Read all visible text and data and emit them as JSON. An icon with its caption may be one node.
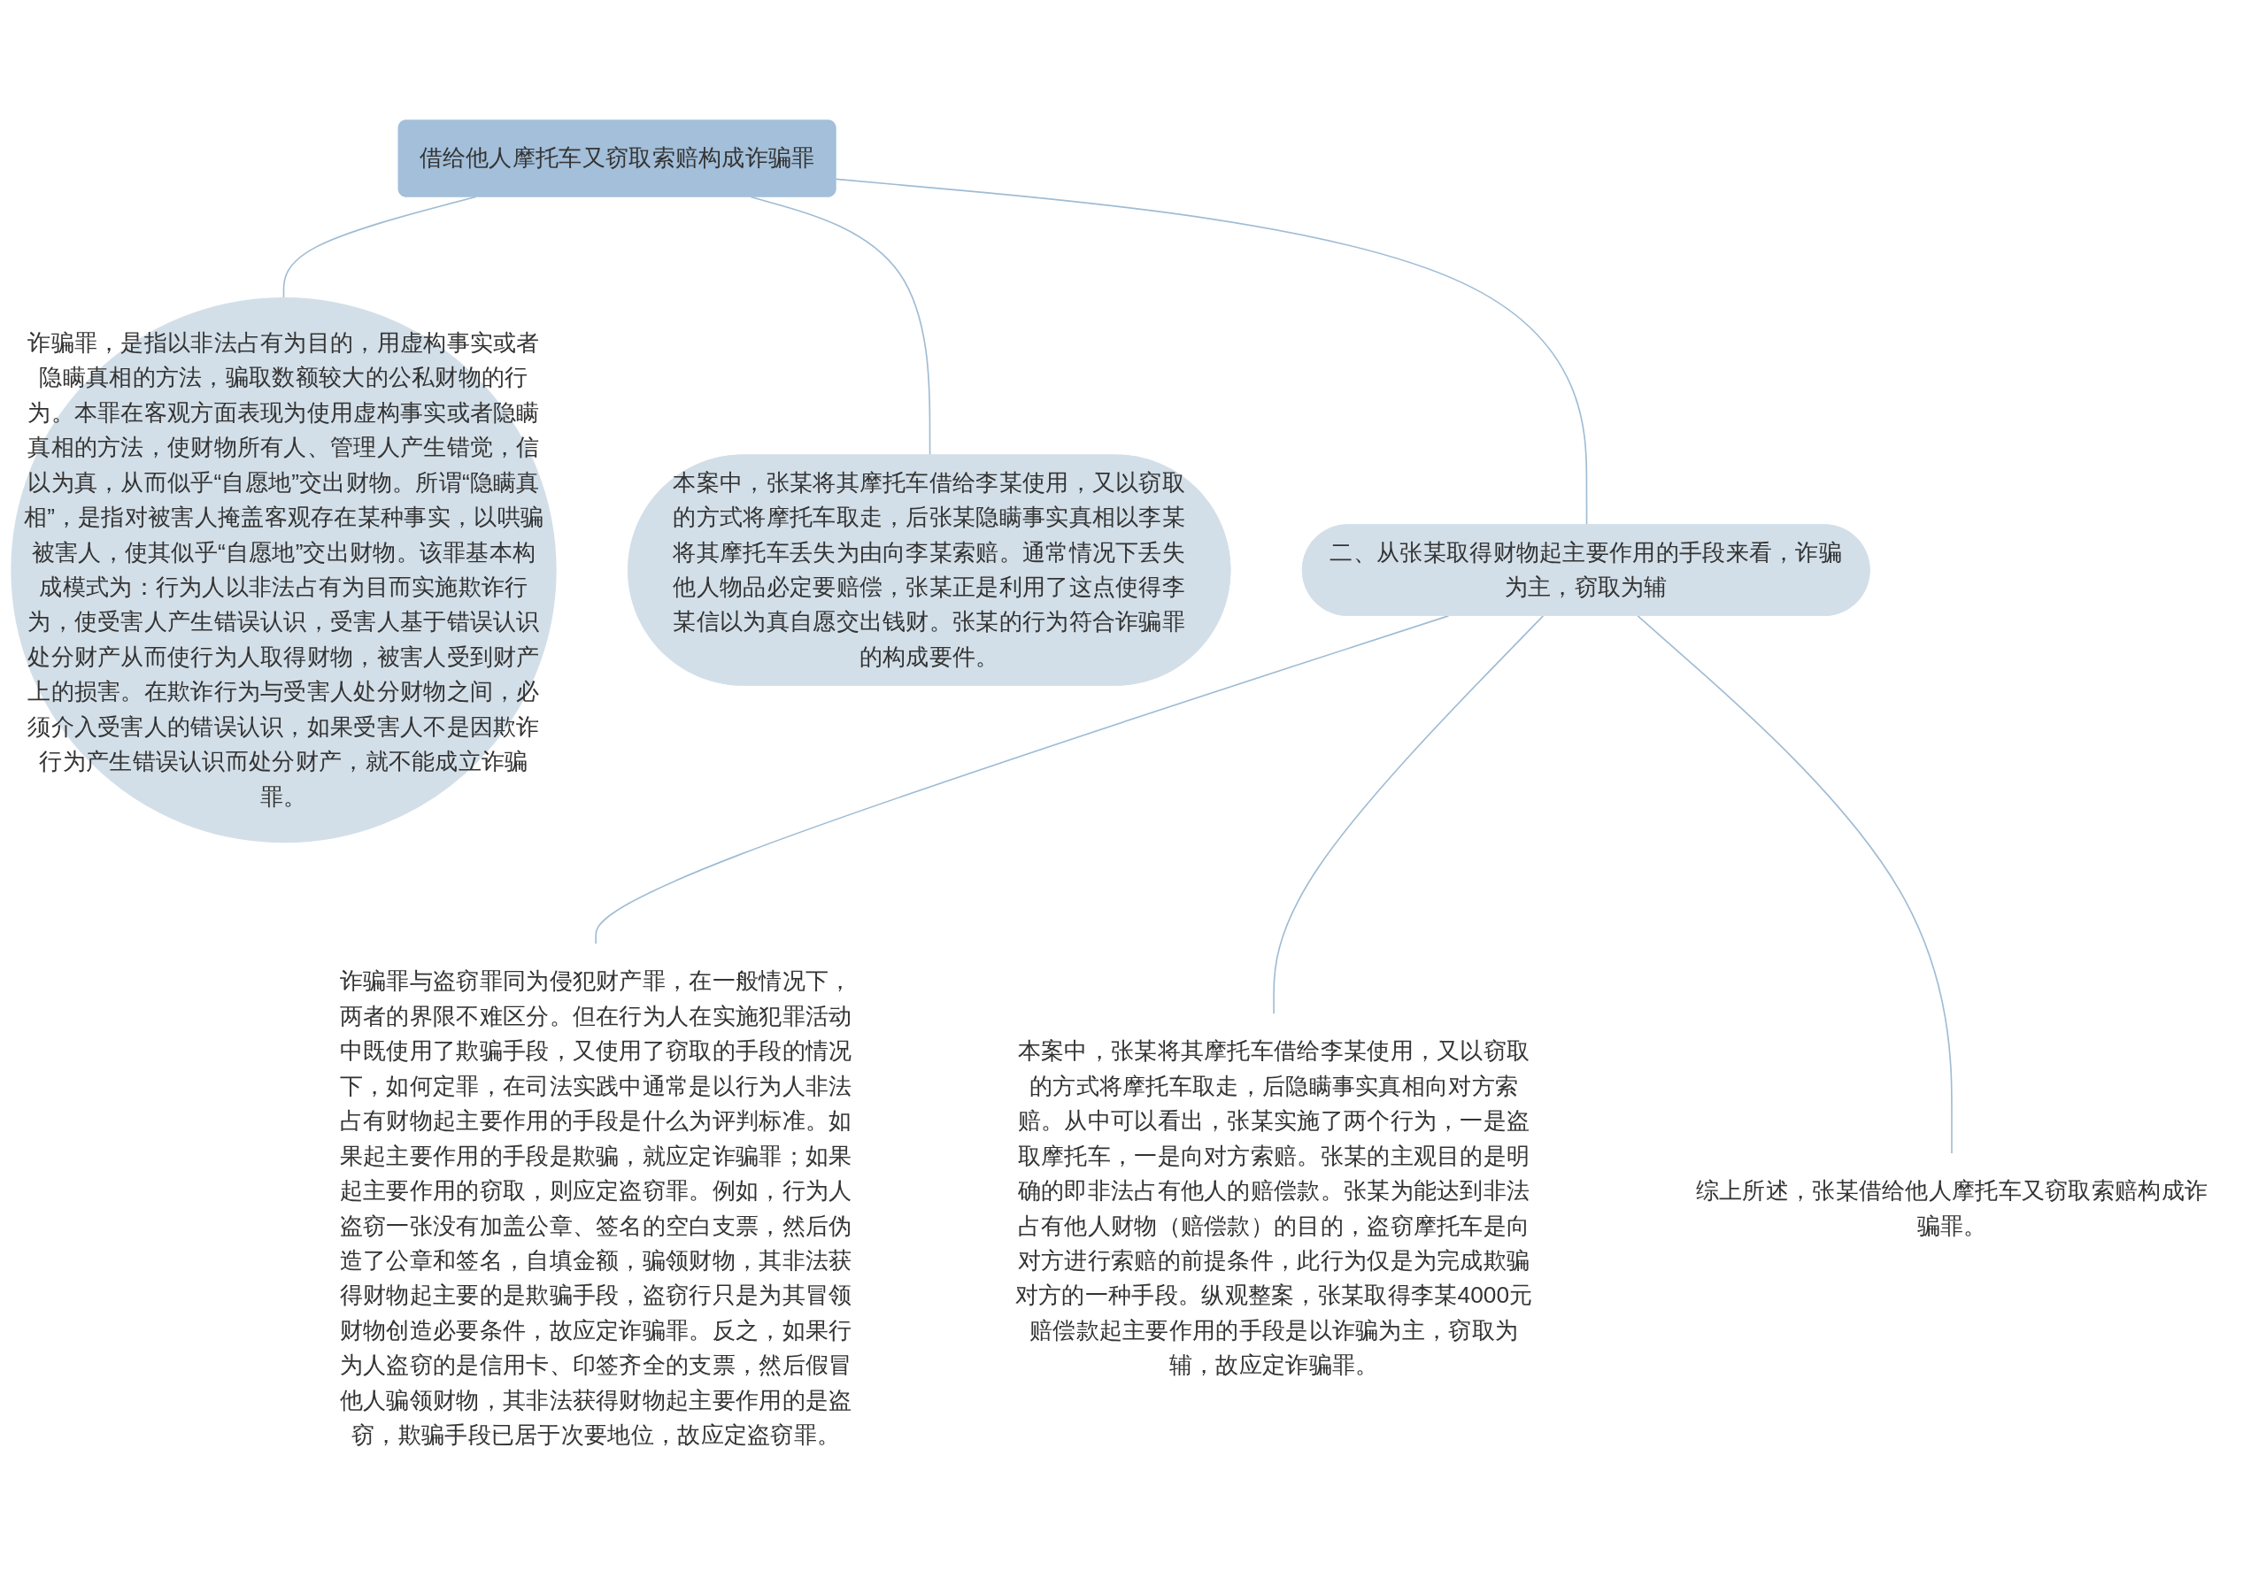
{
  "diagram": {
    "nodes": [
      {
        "text": [
          "借给他人摩托车又窃取索赔构成诈骗罪"
        ]
      },
      {
        "text": [
          "诈骗罪，是指以非法占有为目的，用虚构事实或者隐瞒真相的方法，骗取数额较大的公私财物的行为。本罪在客观方面表现为使用虚构事实或者隐瞒真相的方法，使财物所有人、管理人产生错觉，信以为真，从而似乎“自愿地”交出财物。所谓“隐瞒真相”，是指对被害人掩盖客观存在某种事实，以哄骗被害人，使其似乎“自愿地”交出财物。该罪基本构成模式为：行为人以非法占有为目而实施欺诈行为，使受害人产生错误认识，受害人基于错误认识处分财产从而使行为人取得财物，被害人受到财产上的损害。在欺诈行为与受害人处分财物之间，必须介入受害人的错误认识，如果受害人不是因欺诈行为产生错误认识而处分财产，就不能成立诈骗罪。"
        ]
      },
      {
        "text": [
          "本案中，张某将其摩托车借给李某使用，又以窃取的方式将摩托车取走，后张某隐瞒事实真相以李某将其摩托车丢失为由向李某索赔。通常情况下丢失他人物品必定要赔偿，张某正是利用了这点使得李某信以为真自愿交出钱财。张某的行为符合诈骗罪的构成要件。"
        ]
      },
      {
        "text": [
          "二、从张某取得财物起主要作用的手段来看，诈骗为主，窃取为辅"
        ]
      },
      {
        "text": [
          "诈骗罪与盗窃罪同为侵犯财产罪，在一般情况下，两者的界限不难区分。但在行为人在实施犯罪活动中既使用了欺骗手段，又使用了窃取的手段的情况下，如何定罪，在司法实践中通常是以行为人非法占有财物起主要作用的手段是什么为评判标准。如果起主要作用的手段是欺骗，就应定诈骗罪；如果起主要作用的窃取，则应定盗窃罪。例如，行为人盗窃一张没有加盖公章、签名的空白支票，然后伪造了公章和签名，自填金额，骗领财物，其非法获得财物起主要的是欺骗手段，盗窃行只是为其冒领财物创造必要条件，故应定诈骗罪。反之，如果行为人盗窃的是信用卡、印签齐全的支票，然后假冒他人骗领财物，其非法获得财物起主要作用的是盗窃，欺骗手段已居于次要地位，故应定盗窃罪。"
        ]
      },
      {
        "text": [
          "本案中，张某将其摩托车借给李某使用，又以窃取的方式将摩托车取走，后隐瞒事实真相向对方索赔。从中可以看出，张某实施了两个行为，一是盗取摩托车，一是向对方索赔。张某的主观目的是明确的即非法占有他人的赔偿款。张某为能达到非法占有他人财物（赔偿款）的目的，盗窃摩托车是向对方进行索赔的前提条件，此行为仅是为完成欺骗对方的一种手段。纵观整案，张某取得李某4000元赔偿款起主要作用的手段是以诈骗为主，窃取为辅，故应定诈骗罪。"
        ]
      },
      {
        "text": [
          "综上所述，张某借给他人摩托车又窃取索赔构成诈骗罪。"
        ]
      }
    ],
    "edges": [
      {
        "from": 0,
        "to": 1,
        "arrow": "none"
      },
      {
        "from": 0,
        "to": 2,
        "arrow": "none"
      },
      {
        "from": 0,
        "to": 3,
        "arrow": "none"
      },
      {
        "from": 3,
        "to": 4,
        "arrow": "none"
      },
      {
        "from": 3,
        "to": 5,
        "arrow": "none"
      },
      {
        "from": 3,
        "to": 6,
        "arrow": "none"
      }
    ]
  }
}
